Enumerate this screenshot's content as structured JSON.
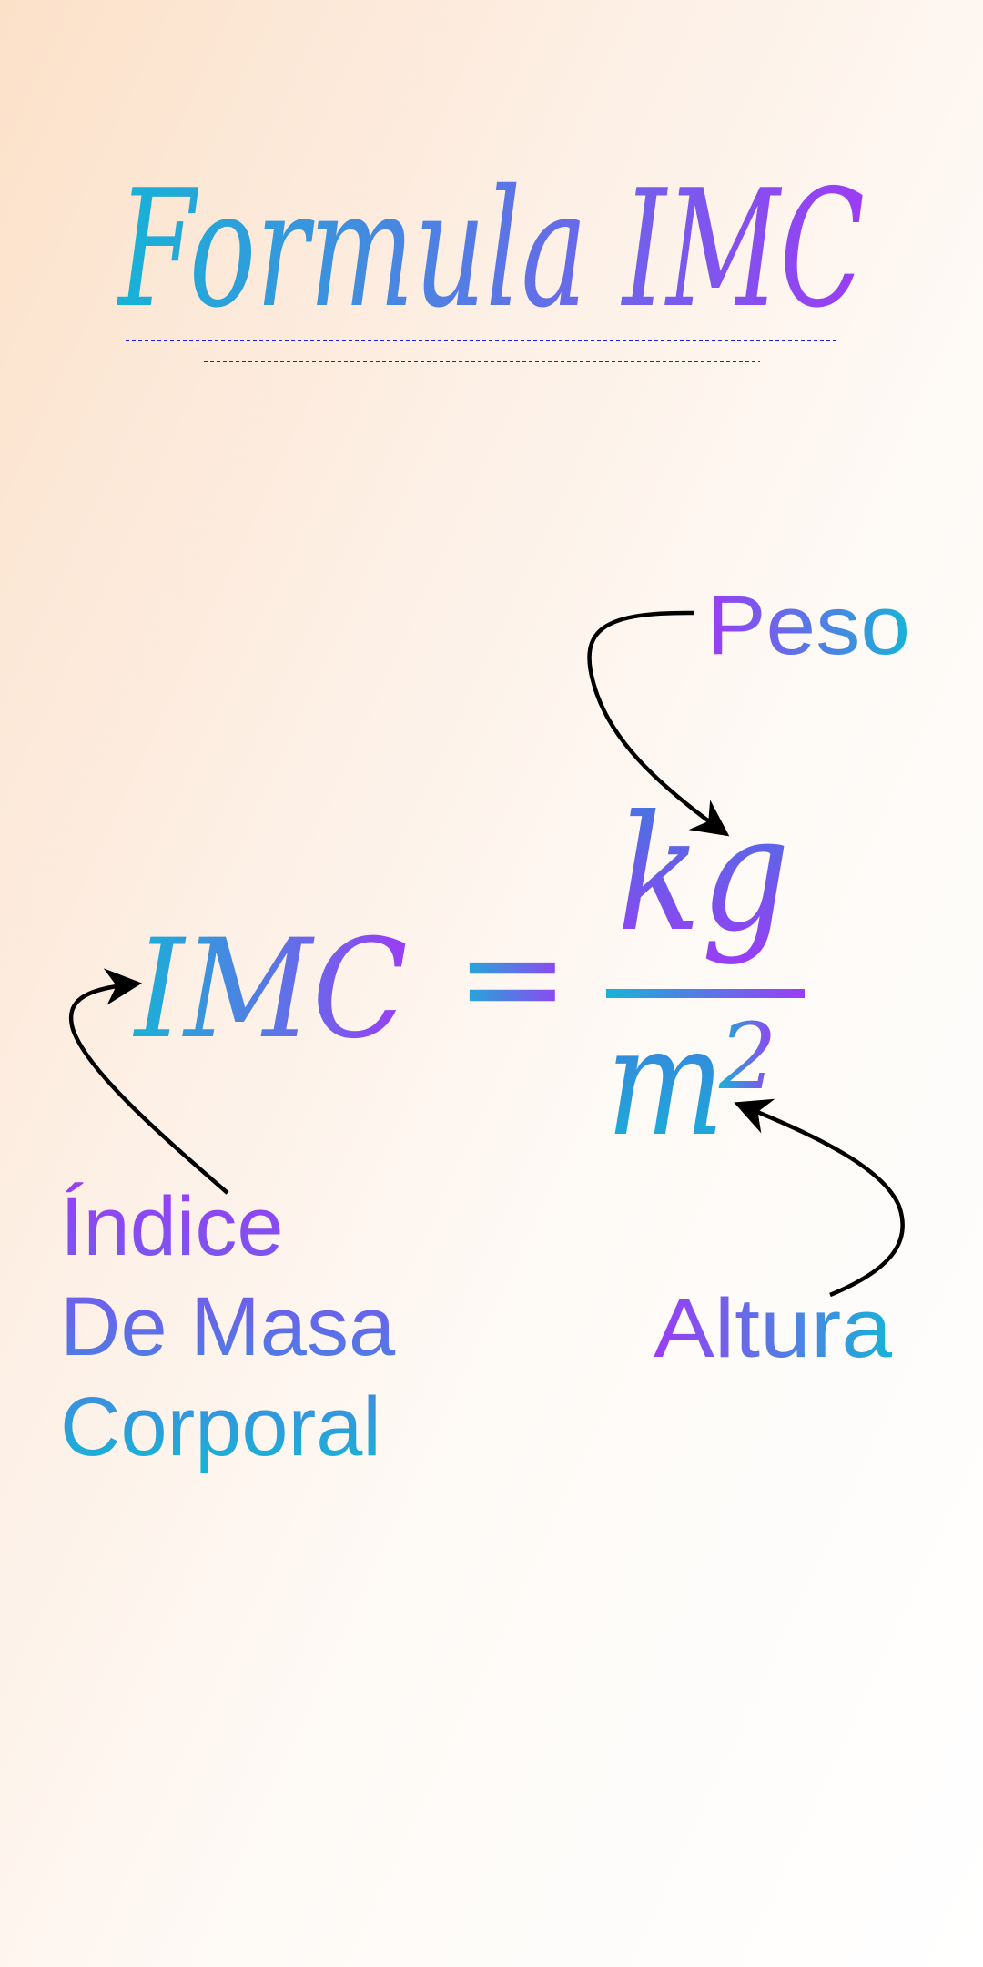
{
  "title": "Formula IMC",
  "formula": {
    "lhs": "IMC",
    "equals": "=",
    "numerator": "kg",
    "denominator_base": "m",
    "denominator_exponent": "2"
  },
  "labels": {
    "peso": "Peso",
    "altura": "Altura",
    "indice_lines": [
      "Índice",
      "De Masa",
      "Corporal"
    ]
  },
  "colors": {
    "cyan": "#17b3d6",
    "blue": "#3f7ae0",
    "purple": "#9b3cf5",
    "arrow": "#000000",
    "title_underline": "#1e1ee6"
  }
}
